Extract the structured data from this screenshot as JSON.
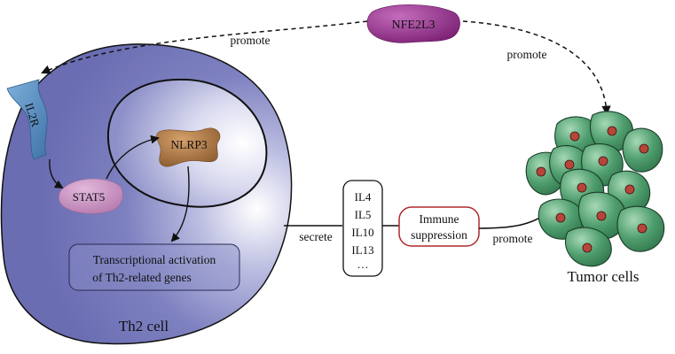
{
  "nodes": {
    "nfe2l3": "NFE2L3",
    "il2r": "IL2R",
    "stat5": "STAT5",
    "nlrp3": "NLRP3",
    "transcription_line1": "Transcriptional activation",
    "transcription_line2": "of Th2-related genes",
    "th2_cell": "Th2 cell",
    "tumor_cells": "Tumor cells",
    "immune_line1": "Immune",
    "immune_line2": "suppression"
  },
  "cytokines": [
    "IL4",
    "IL5",
    "IL10",
    "IL13",
    "…"
  ],
  "edges": {
    "promote_left": "promote",
    "promote_right": "promote",
    "secrete": "secrete",
    "promote_bottom": "promote"
  },
  "colors": {
    "cell_fill": "#6f72b8",
    "nucleus_fill": "#c9cae6",
    "nfe2l3": "#8e2d86",
    "il2r": "#5a8fc2",
    "stat5": "#c68fbf",
    "nlrp3": "#b07a45",
    "tumor_fill": "#3f8d5f",
    "tumor_nucleus": "#b8453a",
    "immune_text": "#b0292b"
  }
}
